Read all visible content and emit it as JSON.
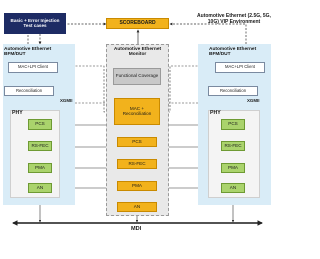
{
  "header": {
    "basic_tests": "Basic + Error Injection Test cases",
    "scoreboard": "SCOREBOARD",
    "vip_env": "Automotive Ethernet (2.5G, 5G, 10G) VIP Environment"
  },
  "left_bfm": {
    "title": "Automotive Ethernet BFM/DUT",
    "mac_client": "MAC+LPI Client",
    "reconciliation": "Reconciliation",
    "link": "XGMII",
    "phy_title": "PHY",
    "blocks": [
      "PCS",
      "RS-FEC",
      "PMA",
      "AN"
    ]
  },
  "right_bfm": {
    "title": "Automotive Ethernet BFM/DUT",
    "mac_client": "MAC+LPI Client",
    "reconciliation": "Reconciliation",
    "link": "XGMII",
    "phy_title": "PHY",
    "blocks": [
      "PCS",
      "RS-FEC",
      "PMA",
      "AN"
    ]
  },
  "monitor": {
    "title": "Automotive Ethernet Monitor",
    "coverage": "Functional Coverage",
    "mac": "MAC + Reconciliation",
    "blocks": [
      "PCS",
      "RS-FEC",
      "PMA",
      "AN"
    ]
  },
  "bus": {
    "label": "MDI"
  },
  "colors": {
    "navy": "#1d2b64",
    "side_panel": "#d9ecf7",
    "green": "#aad36c",
    "orange": "#f2b21c",
    "gray": "#c8c8c8"
  }
}
